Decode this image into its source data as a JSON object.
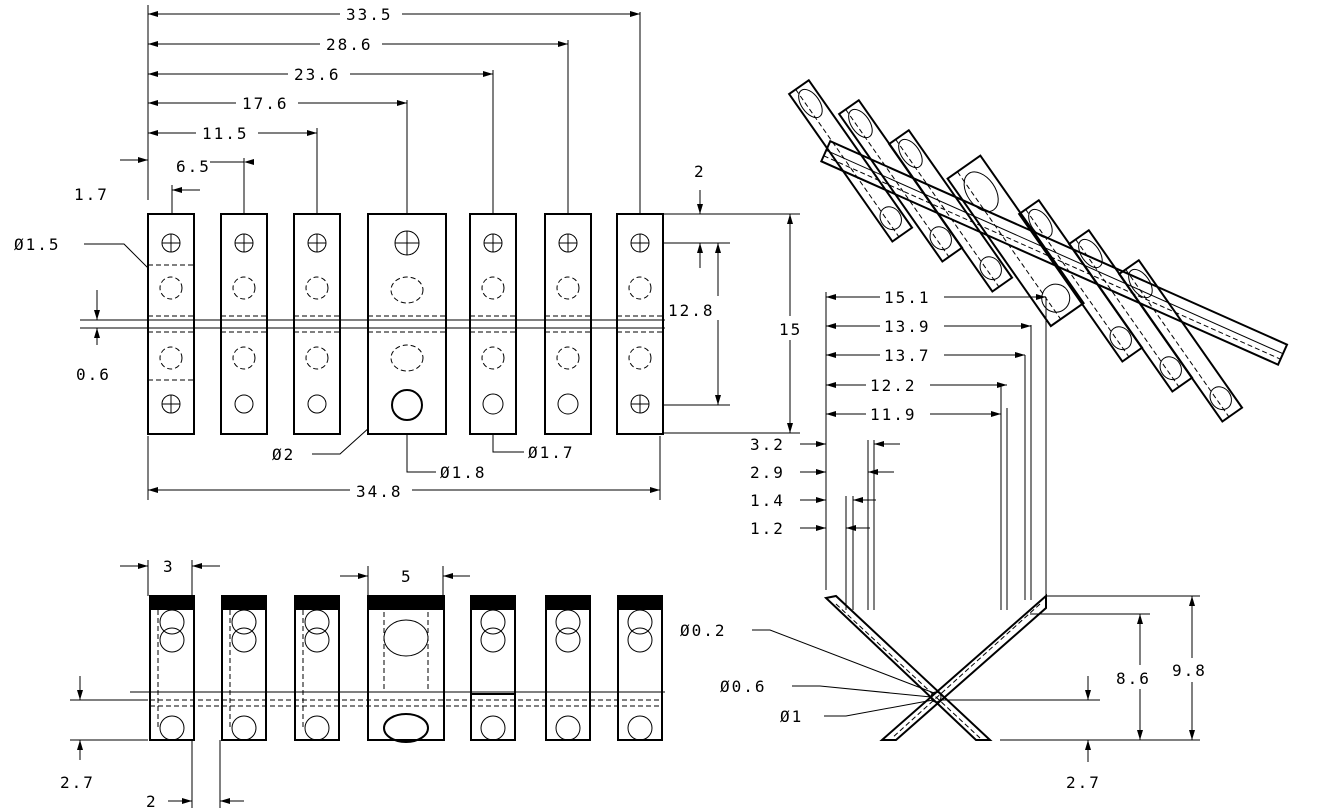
{
  "top_view": {
    "dim_total": "33.5",
    "dim_6": "28.6",
    "dim_5": "23.6",
    "dim_4": "17.6",
    "dim_3": "11.5",
    "dim_2": "6.5",
    "dim_offset": "1.7",
    "dim_top": "2",
    "dim_height": "12.8",
    "dim_full": "15",
    "dim_width": "34.8",
    "dim_gap": "0.6",
    "hole_small": "Ø1.5",
    "hole_big": "Ø2",
    "hole_mid": "Ø1.8",
    "hole_right": "Ø1.7"
  },
  "front_view": {
    "dim_block": "3",
    "dim_center": "5",
    "dim_bottom": "2.7",
    "dim_gap": "2"
  },
  "side_view": {
    "dim_a": "15.1",
    "dim_b": "13.9",
    "dim_c": "13.7",
    "dim_d": "12.2",
    "dim_e": "11.9",
    "dim_f": "3.2",
    "dim_g": "2.9",
    "dim_h": "1.4",
    "dim_i": "1.2",
    "dim_j": "8.6",
    "dim_k": "9.8",
    "dim_l": "2.7",
    "dia_a": "Ø0.2",
    "dia_b": "Ø0.6",
    "dia_c": "Ø1"
  }
}
